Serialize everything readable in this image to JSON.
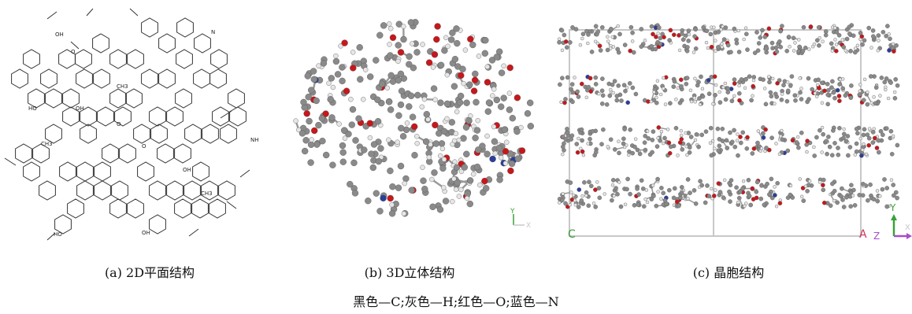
{
  "panels": [
    {
      "id": "a",
      "caption": "(a) 2D平面结构"
    },
    {
      "id": "b",
      "caption": "(b) 3D立体结构"
    },
    {
      "id": "c",
      "caption": "(c) 晶胞结构"
    }
  ],
  "panel_a_labels": [
    "OH",
    "O",
    "CH3",
    "N",
    "HO",
    "OH",
    "O",
    "CH3",
    "O",
    "OH",
    "HO",
    "OH",
    "CH3",
    "NH"
  ],
  "panel_b_axis": {
    "y": "Y",
    "x": "X"
  },
  "panel_c_axis": {
    "y": "Y",
    "z": "Z",
    "x": "X"
  },
  "panel_c_cell_labels": {
    "left": "C",
    "right": "A"
  },
  "legend": "黑色—C;灰色—H;红色—O;蓝色—N",
  "colors": {
    "carbon": "#8a8a8a",
    "hydrogen": "#e6e6e6",
    "oxygen": "#c8171b",
    "nitrogen": "#2a3f9a",
    "cell_box": "#c8c8c8"
  }
}
